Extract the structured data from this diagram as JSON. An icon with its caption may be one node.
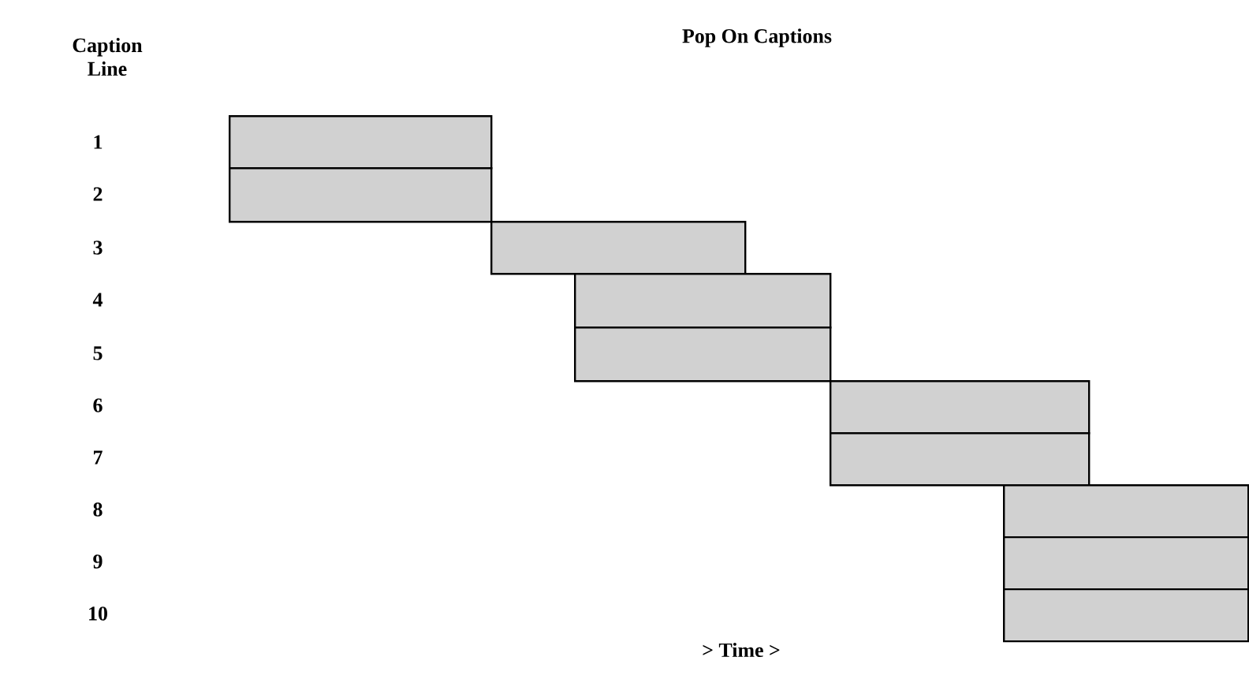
{
  "diagram": {
    "title": "Pop On Captions",
    "nodes": [
      {
        "text": [],
        "shape": "bar"
      },
      {
        "text": [],
        "shape": "bar"
      },
      {
        "text": [],
        "shape": "bar"
      },
      {
        "text": [],
        "shape": "bar"
      },
      {
        "text": [],
        "shape": "bar"
      },
      {
        "text": [],
        "shape": "bar"
      },
      {
        "text": [],
        "shape": "bar"
      },
      {
        "text": [],
        "shape": "bar"
      },
      {
        "text": [],
        "shape": "bar"
      },
      {
        "text": [],
        "shape": "bar"
      }
    ],
    "labels": [
      "Caption Line",
      "1",
      "2",
      "3",
      "4",
      "5",
      "6",
      "7",
      "8",
      "9",
      "10",
      "> Time >"
    ]
  }
}
